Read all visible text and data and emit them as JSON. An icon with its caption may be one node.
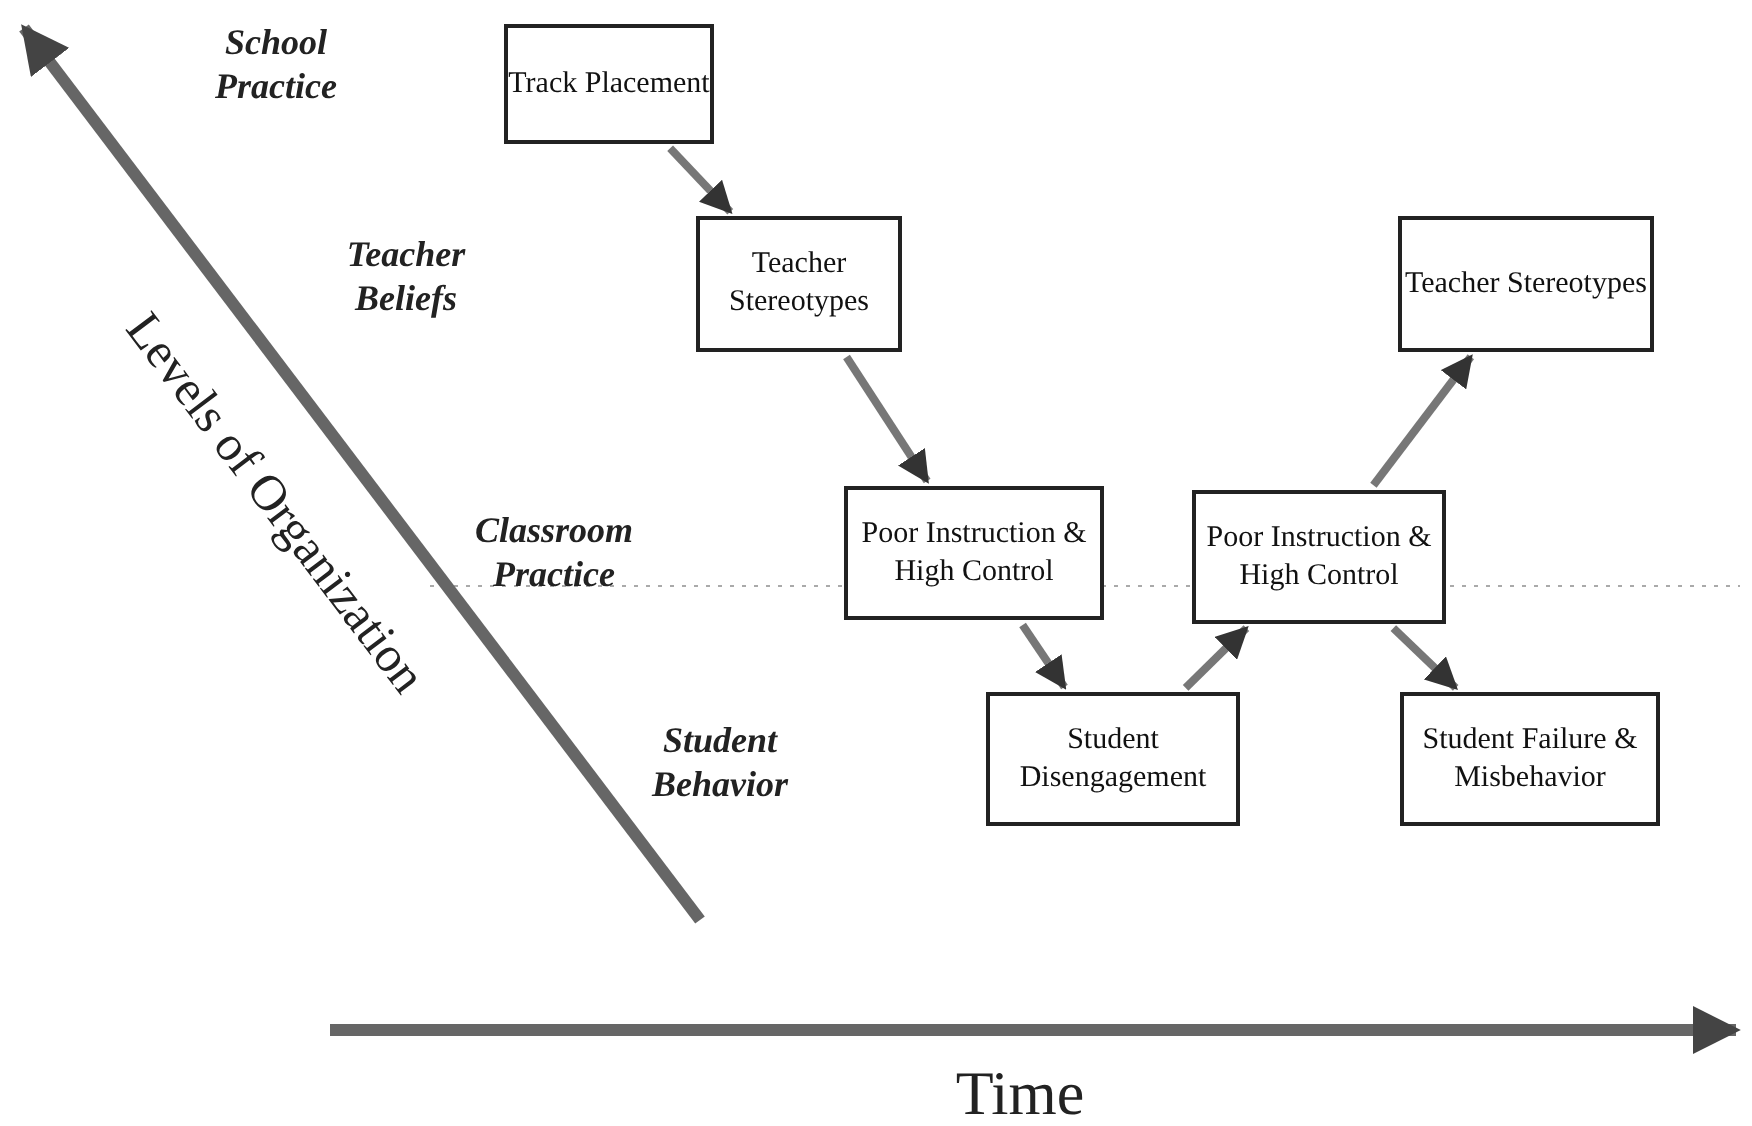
{
  "diagram": {
    "nodes": [
      {
        "text": [
          "Track Placement"
        ]
      },
      {
        "text": [
          "Teacher Stereotypes"
        ]
      },
      {
        "text": [
          "Poor Instruction & High Control"
        ]
      },
      {
        "text": [
          "Student Disengagement"
        ]
      },
      {
        "text": [
          "Poor Instruction & High Control"
        ]
      },
      {
        "text": [
          "Teacher Stereotypes"
        ]
      },
      {
        "text": [
          "Student Failure & Misbehavior"
        ]
      }
    ],
    "edges": [
      {
        "from": 0,
        "to": 1,
        "arrow": "to"
      },
      {
        "from": 1,
        "to": 2,
        "arrow": "to"
      },
      {
        "from": 2,
        "to": 3,
        "arrow": "to"
      },
      {
        "from": 3,
        "to": 4,
        "arrow": "to"
      },
      {
        "from": 4,
        "to": 5,
        "arrow": "to"
      },
      {
        "from": 4,
        "to": 6,
        "arrow": "to"
      }
    ],
    "labels": [
      "School Practice",
      "Levels of Organization",
      "Teacher Beliefs",
      "Classroom Practice",
      "Student Behavior",
      "Time"
    ]
  }
}
